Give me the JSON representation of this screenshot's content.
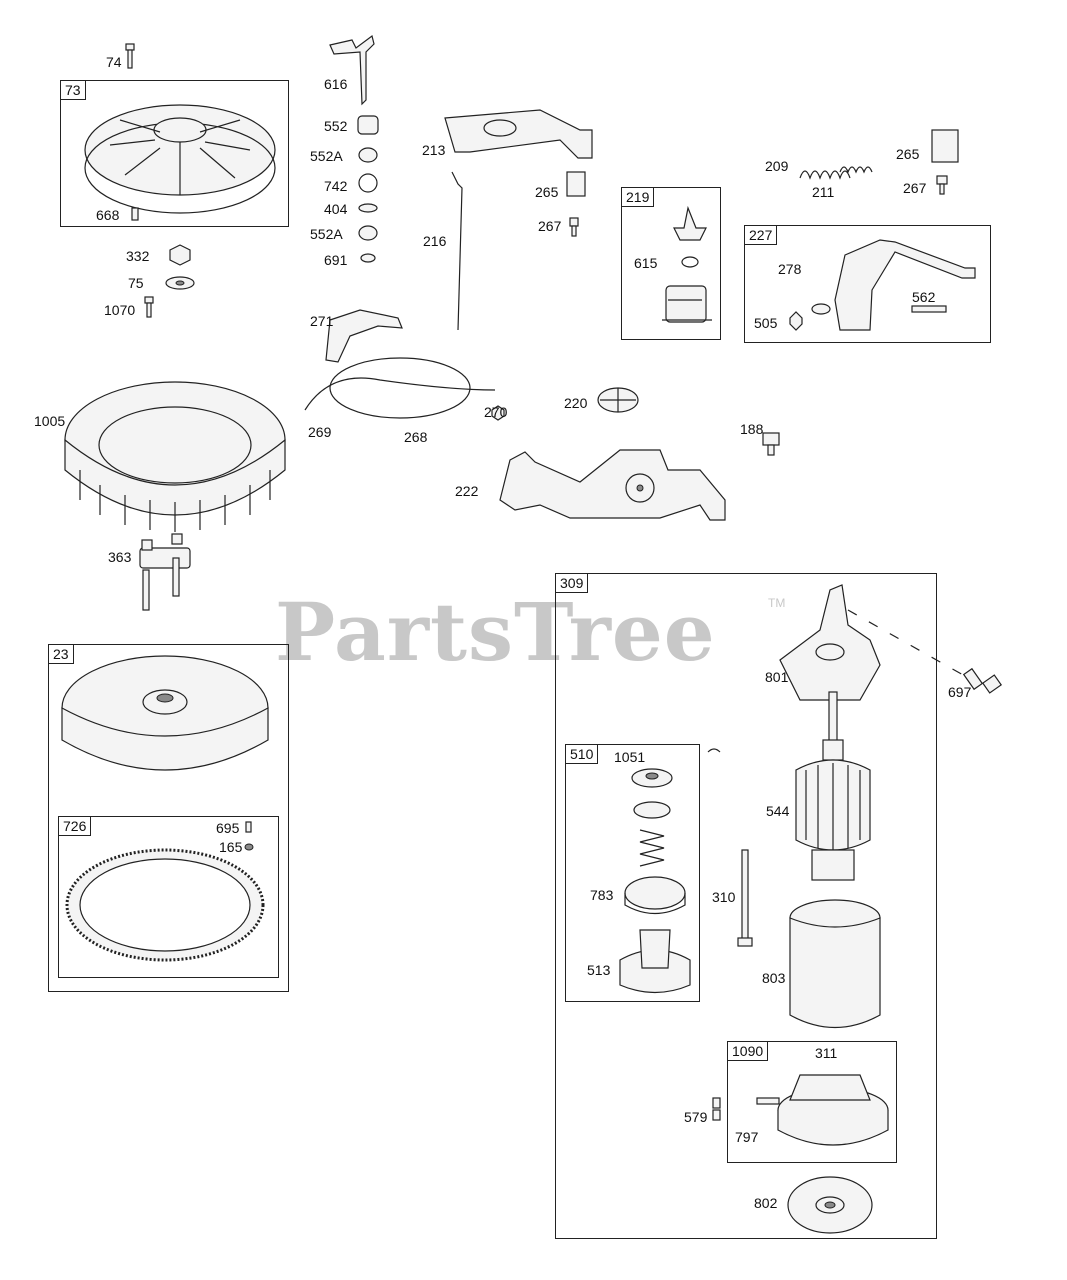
{
  "watermark": {
    "text": "PartsTree",
    "tm": "TM"
  },
  "boxes": {
    "b73": "73",
    "b219": "219",
    "b227": "227",
    "b23": "23",
    "b726": "726",
    "b309": "309",
    "b510": "510",
    "b1090": "1090"
  },
  "labels": {
    "l74": "74",
    "l616": "616",
    "l552": "552",
    "l552a1": "552A",
    "l742": "742",
    "l404": "404",
    "l552a2": "552A",
    "l691": "691",
    "l668": "668",
    "l332": "332",
    "l75": "75",
    "l1070": "1070",
    "l213": "213",
    "l216": "216",
    "l265a": "265",
    "l267a": "267",
    "l615": "615",
    "l209": "209",
    "l211": "211",
    "l265b": "265",
    "l267b": "267",
    "l278": "278",
    "l505": "505",
    "l562": "562",
    "l271": "271",
    "l1005": "1005",
    "l269": "269",
    "l268": "268",
    "l270": "270",
    "l220": "220",
    "l188": "188",
    "l222": "222",
    "l363": "363",
    "l695": "695",
    "l165": "165",
    "l801": "801",
    "l697": "697",
    "l1051": "1051",
    "l544": "544",
    "l783": "783",
    "l310": "310",
    "l513": "513",
    "l803": "803",
    "l311": "311",
    "l579": "579",
    "l797": "797",
    "l802": "802"
  }
}
